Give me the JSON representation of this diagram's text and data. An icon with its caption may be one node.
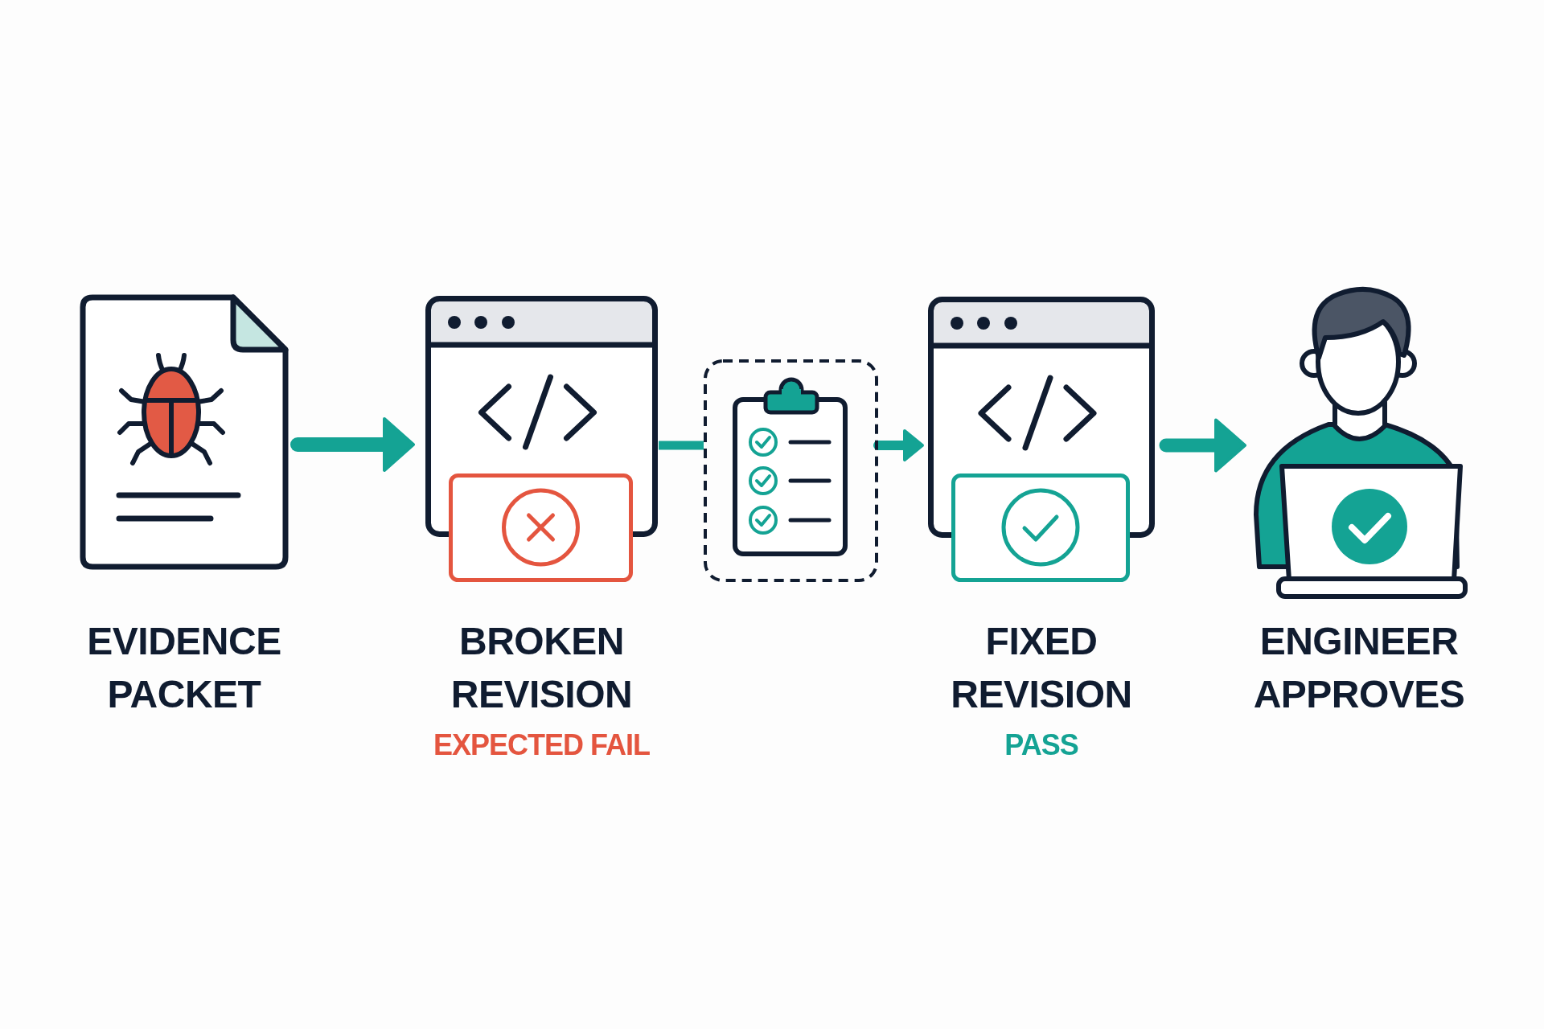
{
  "diagram": {
    "nodes": [
      {
        "text": [
          "EVIDENCE PACKET"
        ]
      },
      {
        "text": [
          "BROKEN REVISION",
          "EXPECTED FAIL"
        ]
      },
      {
        "text": [],
        "shape": "box"
      },
      {
        "text": [
          "FIXED REVISION",
          "PASS"
        ]
      },
      {
        "text": [
          "ENGINEER APPROVES"
        ]
      }
    ],
    "edges": [
      {
        "from": 0,
        "to": 1,
        "arrow": "to"
      },
      {
        "from": 1,
        "to": 2,
        "arrow": "none"
      },
      {
        "from": 2,
        "to": 3,
        "arrow": "to"
      },
      {
        "from": 3,
        "to": 4,
        "arrow": "to"
      }
    ]
  }
}
